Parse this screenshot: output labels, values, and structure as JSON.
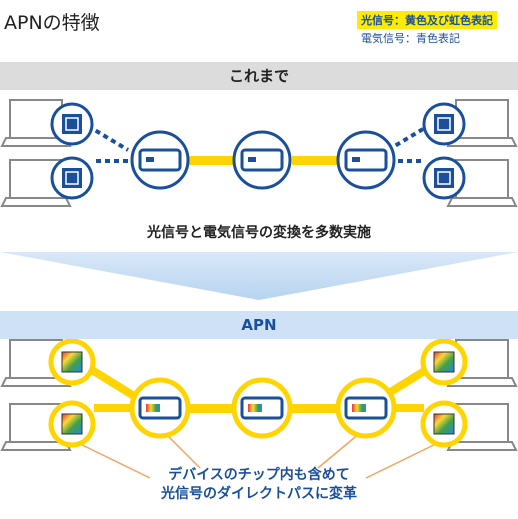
{
  "title": "APNの特徴",
  "legend": {
    "optical": "光信号：黄色及び虹色表記",
    "electrical": "電気信号：青色表記"
  },
  "section_before": {
    "heading": "これまで",
    "caption": "光信号と電気信号の変換を多数実施"
  },
  "section_apn": {
    "heading": "APN",
    "caption_line1": "デバイスのチップ内も含めて",
    "caption_line2": "光信号のダイレクトパスに変革"
  },
  "colors": {
    "optical": "#ffd400",
    "electrical": "#1a4f9c",
    "band_gray": "#dcdcdc",
    "band_blue": "#cfe1f6"
  },
  "icons": [
    "laptop-icon",
    "chip-icon",
    "network-device-icon",
    "down-arrow-icon"
  ]
}
